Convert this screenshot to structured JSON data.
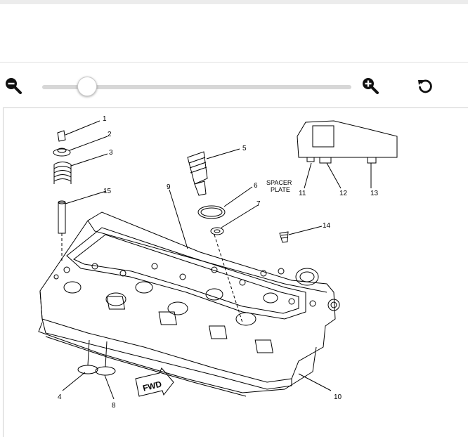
{
  "toolbar": {
    "zoom_out_icon": "zoom-out-icon",
    "zoom_in_icon": "zoom-in-icon",
    "reset_icon": "rotate-reset-icon",
    "zoom_level": 0.12
  },
  "diagram": {
    "callouts": [
      "1",
      "2",
      "3",
      "4",
      "5",
      "6",
      "7",
      "8",
      "9",
      "10",
      "11",
      "12",
      "13",
      "14",
      "15"
    ],
    "inset_label_line1": "SPACER",
    "inset_label_line2": "PLATE",
    "direction_label": "FWD"
  }
}
